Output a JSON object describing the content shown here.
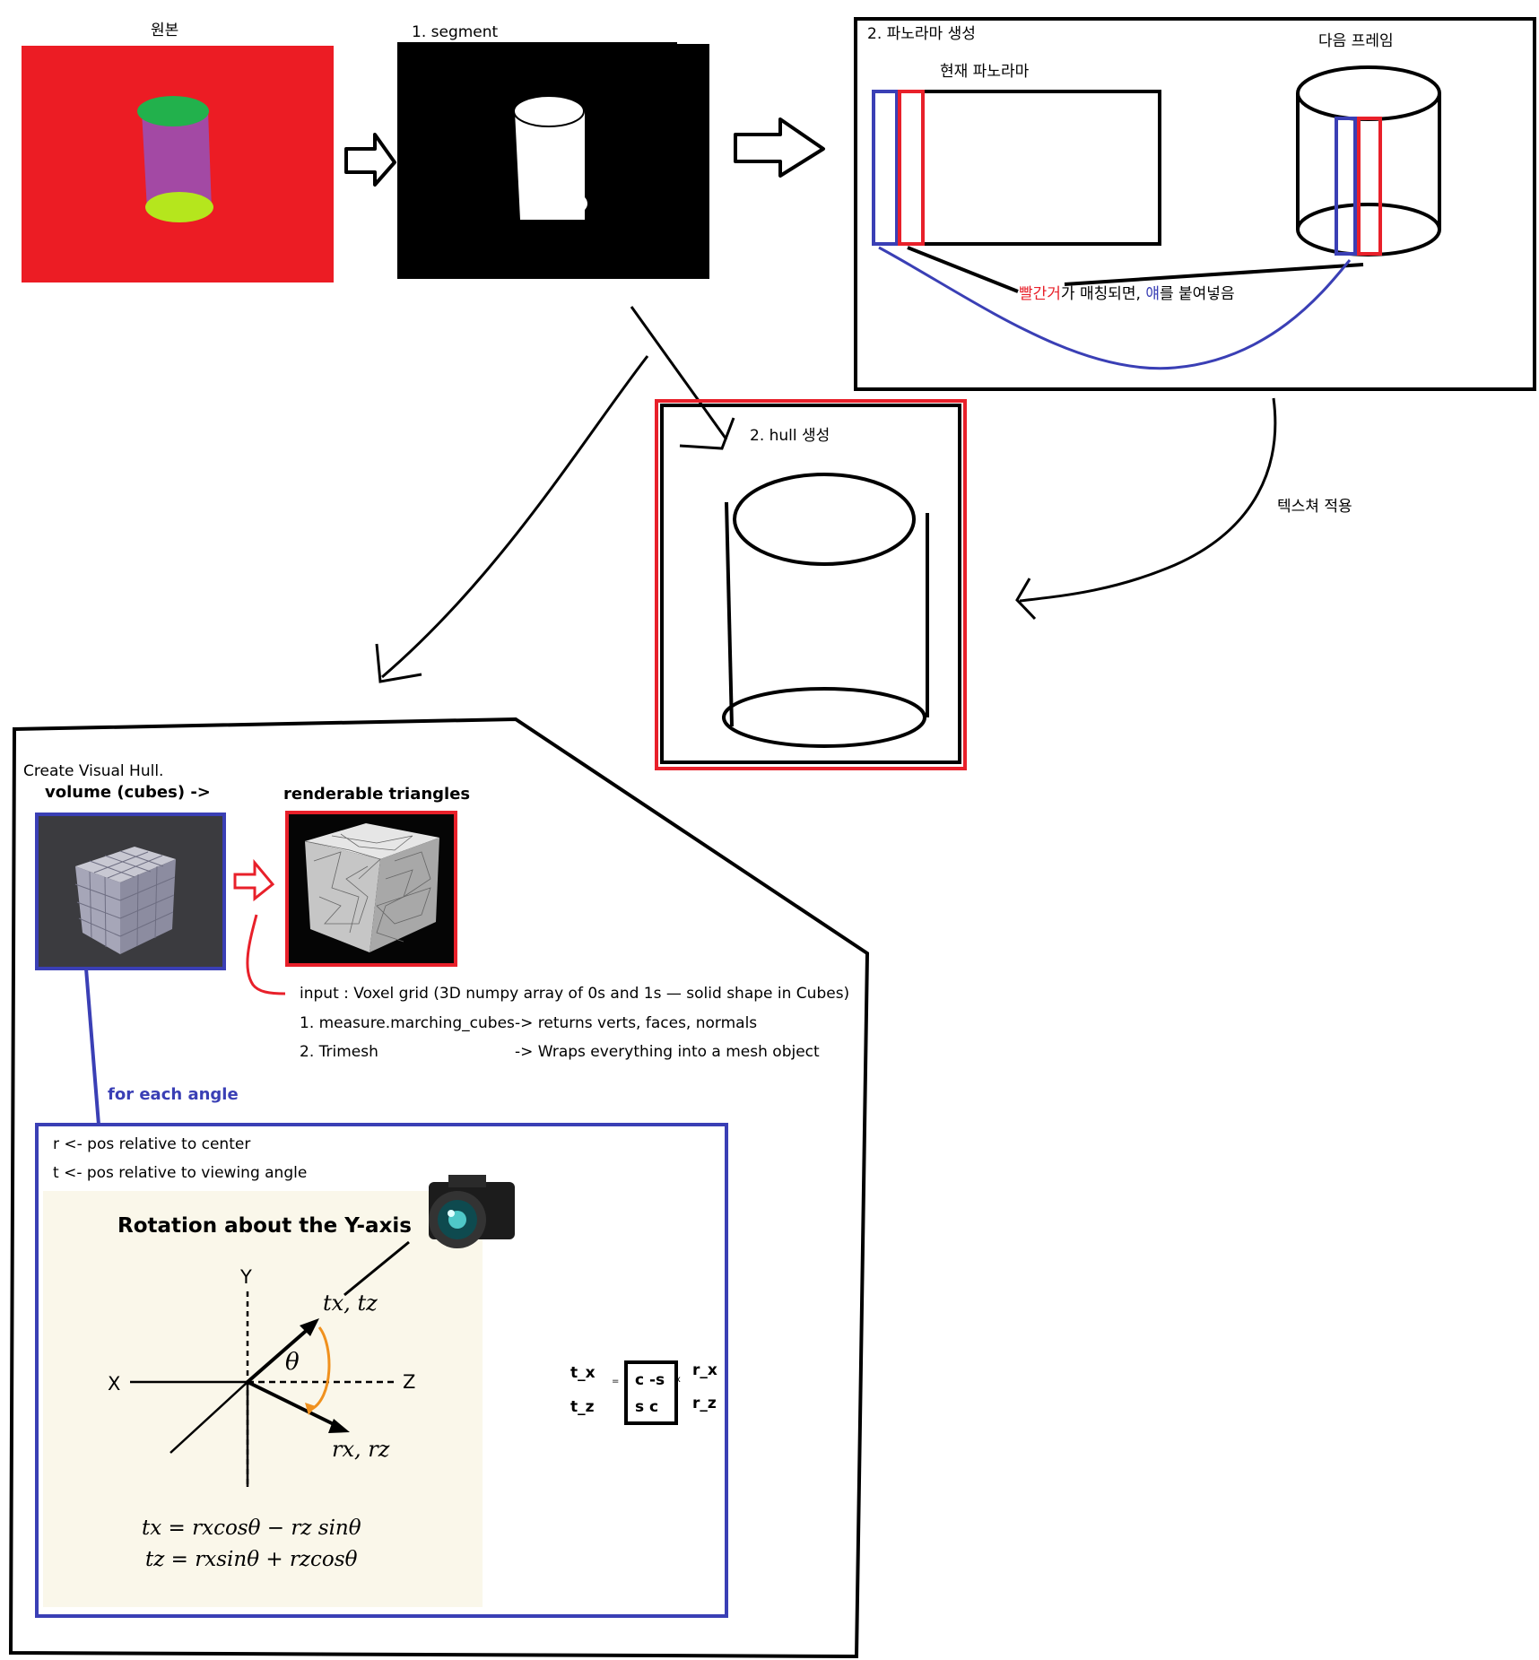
{
  "colors": {
    "red": "#e8202a",
    "blue": "#3a3fb5",
    "black": "#000000",
    "cream": "#faf7ea",
    "orange": "#f0911e"
  },
  "step_original": {
    "label": "원본"
  },
  "step_segment": {
    "label": "1. segment"
  },
  "panorama": {
    "title": "2. 파노라마 생성",
    "current_label": "현재 파노라마",
    "next_label": "다음 프레임",
    "note_red": "빨간거",
    "note_mid": "가 매칭되면, ",
    "note_blue": "얘",
    "note_end": "를 붙여넣음"
  },
  "hull": {
    "label": "2. hull 생성"
  },
  "texture_label": "텍스쳐 적용",
  "visual_hull": {
    "title": "Create Visual Hull.",
    "volume_label": "volume (cubes) ->",
    "triangles_label": "renderable triangles",
    "input_line": "input : Voxel grid (3D numpy array of 0s and 1s — solid shape in Cubes)",
    "step1_name": "1. measure.marching_cubes",
    "step1_desc": "-> returns verts, faces, normals",
    "step2_name": "2. Trimesh",
    "step2_desc": "-> Wraps everything into a mesh object",
    "for_each": "for each angle"
  },
  "rotation": {
    "r_def": "r <- pos relative to center",
    "t_def": "t <- pos relative to viewing angle",
    "title": "Rotation about the Y-axis",
    "axis_y": "Y",
    "axis_x": "X",
    "axis_z": "Z",
    "vec_t": "tx, tz",
    "vec_r": "rx, rz",
    "angle": "θ",
    "eq1": "tx = rxcosθ − rz sinθ",
    "eq2": "tz = rxsinθ + rzcosθ"
  },
  "matrix": {
    "tx": "t_x",
    "tz": "t_z",
    "c1": "c -s",
    "c2": "s  c",
    "rx": "r_x",
    "rz": "r_z",
    "eq_sign": "=",
    "times_sign": "x"
  }
}
